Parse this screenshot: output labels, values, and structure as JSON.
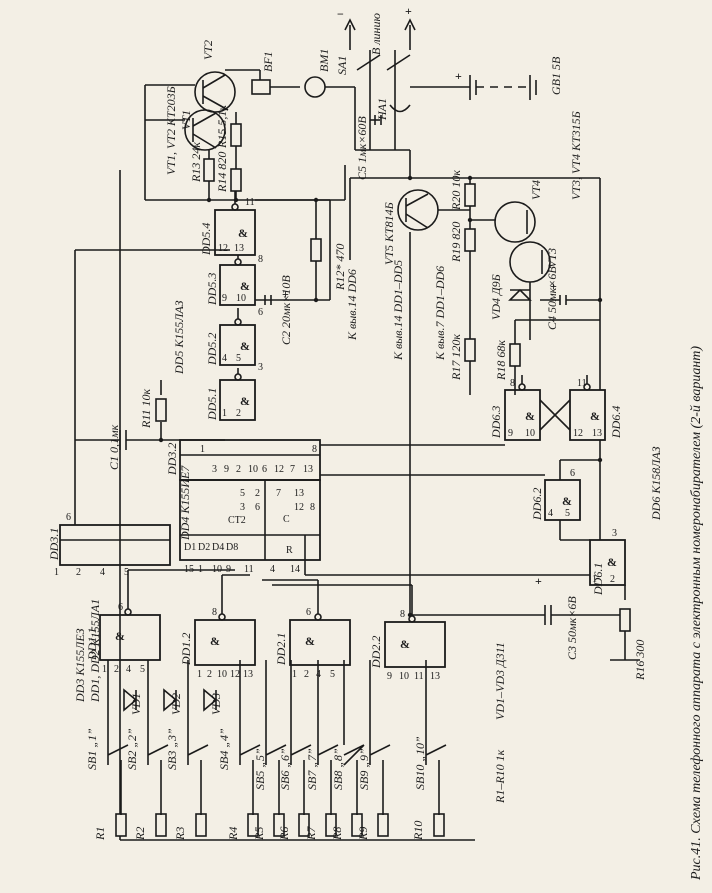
{
  "caption": "Рис.41. Схема телефонного аппарата с электронным номеронабирателем (2-й вариант)",
  "component_notes": {
    "dd3_type": "DD3 К155ЛЕЗ",
    "dd1_dd2_type": "DD1, DD2 К155ЛА1",
    "r1_r10": "R1–R10 1к",
    "vd1_vd3": "VD1–VD3 Д311",
    "dd5_type": "DD5 К155ЛАЗ",
    "dd4_type": "DD4 К155ИЕ7",
    "dd6_type": "DD6 К158ЛАЗ",
    "vt1_vt2_type": "VT1, VT2 КТ203Б",
    "vt3_vt4_type": "VT3, VT4 КТ315Б",
    "vt5_type": "VT5 КТ814Б",
    "power_note_dd6": "К выв.14 DD6",
    "power_note_dd1_dd5": "К выв.14 DD1–DD5",
    "ground_note_dd1_dd6": "К выв.7 DD1–DD6",
    "line_label": "В линию"
  },
  "parts": {
    "r1": "R1",
    "r2": "R2",
    "r3": "R3",
    "r4": "R4",
    "r5": "R5",
    "r6": "R6",
    "r7": "R7",
    "r8": "R8",
    "r9": "R9",
    "r10": "R10",
    "r11": "R11 10к",
    "r12": "R12* 470",
    "r13": "R13 24к",
    "r14": "R14 820",
    "r15": "R15 5,1к",
    "r16": "R16 300",
    "r17": "R17 120к",
    "r18": "R18 68к",
    "r19": "R19 820",
    "r20": "R20 10к",
    "c1": "C1 0,1мк",
    "c2": "C2 20мк×10В",
    "c3": "C3 50мк×6В",
    "c4": "C4 50мк×6В",
    "c5": "C5 1мк×60В",
    "vt1": "VT1",
    "vt2": "VT2",
    "vt3": "VT3",
    "vt4": "VT4",
    "vt5": "VT5",
    "vd1": "VD1",
    "vd2": "VD2",
    "vd3": "VD3",
    "vd4": "VD4 Д9Б",
    "bf1": "BF1",
    "bm1": "BM1",
    "sa1": "SA1",
    "ha1": "HA1",
    "gb1": "GB1 5В",
    "sb1": "SB1 „1”",
    "sb2": "SB2 „2”",
    "sb3": "SB3 „3”",
    "sb4": "SB4 „4”",
    "sb5": "SB5 „5”",
    "sb6": "SB6 „6”",
    "sb7": "SB7 „7”",
    "sb8": "SB8 „8”",
    "sb9": "SB9 „9”",
    "sb10": "SB10 „10”"
  },
  "chips": {
    "dd3_1": "DD3.1",
    "dd1_1": "DD1.1",
    "dd1_2": "DD1.2",
    "dd2_1": "DD2.1",
    "dd2_2": "DD2.2",
    "dd4": "DD4",
    "dd3_2": "DD3.2",
    "dd5_1": "DD5.1",
    "dd5_2": "DD5.2",
    "dd5_3": "DD5.3",
    "dd5_4": "DD5.4",
    "dd6_1": "DD6.1",
    "dd6_2": "DD6.2",
    "dd6_3": "DD6.3",
    "dd6_4": "DD6.4",
    "amp_symbol": "&",
    "ct2": "CT2",
    "r_pin": "R",
    "c_pin": "C"
  },
  "signs": {
    "plus": "+",
    "minus": "−"
  },
  "pin_numbers": {
    "dd3_1": [
      "1",
      "2",
      "4",
      "5",
      "6"
    ],
    "dd1_1": [
      "1",
      "2",
      "4",
      "5",
      "6"
    ],
    "dd1_2": [
      "1",
      "2",
      "10",
      "12",
      "13",
      "8"
    ],
    "dd2_1": [
      "1",
      "2",
      "4",
      "5",
      "6"
    ],
    "dd2_2": [
      "9",
      "10",
      "11",
      "13",
      "8"
    ],
    "dd4": [
      "D1",
      "D2",
      "D4",
      "D8",
      "15",
      "1",
      "10",
      "9",
      "11",
      "4",
      "14",
      "5",
      "3",
      "2",
      "6",
      "7",
      "13",
      "12",
      "8"
    ],
    "dd3_2": [
      "1",
      "3",
      "9",
      "2",
      "10",
      "6",
      "12",
      "7",
      "13",
      "8"
    ],
    "dd5": [
      "1",
      "2",
      "3",
      "4",
      "5",
      "6",
      "9",
      "10",
      "8",
      "12",
      "13",
      "11"
    ],
    "dd6": [
      "1",
      "2",
      "3",
      "4",
      "5",
      "6",
      "8",
      "9",
      "10",
      "11",
      "12",
      "13"
    ]
  }
}
